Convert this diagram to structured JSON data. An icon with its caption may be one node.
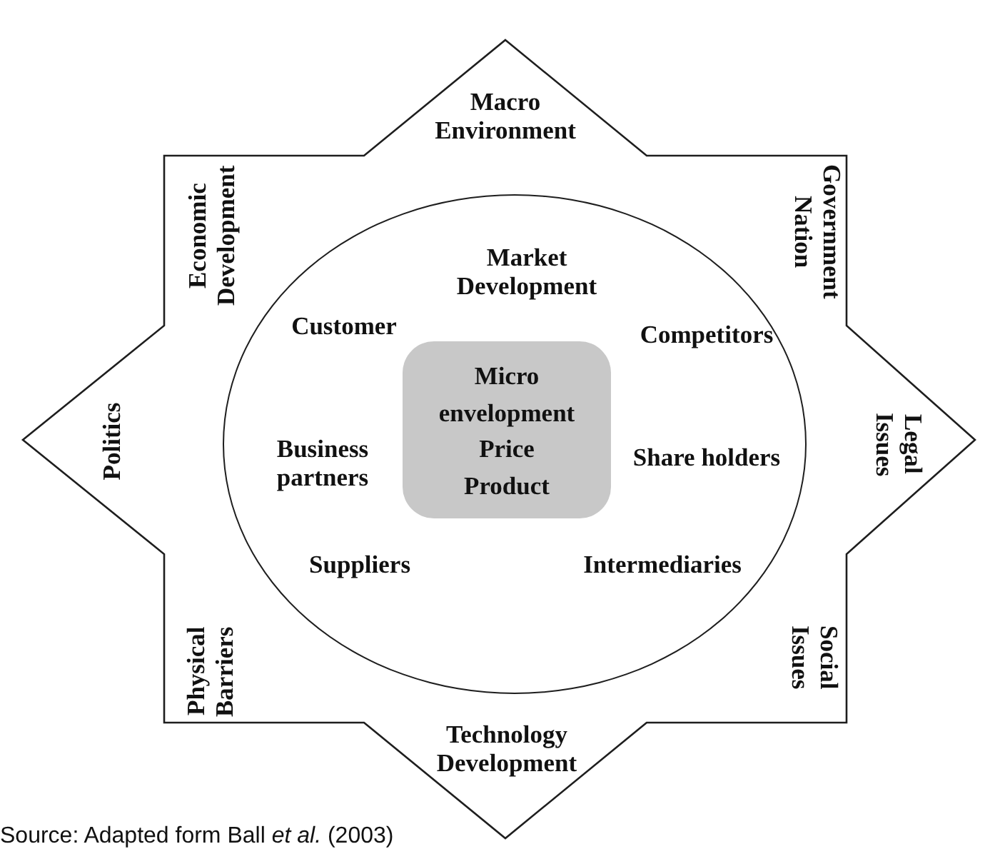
{
  "diagram": {
    "caption": "Source: Adapted form Ball *et al.* (2003)",
    "nodes": [
      {
        "text": [
          "Macro Environment",
          "Economic Development",
          "Government Nation",
          "Politics",
          "Legal Issues",
          "Physical Barriers",
          "Social Issues",
          "Technology Development"
        ]
      },
      {
        "text": [
          "Market Development",
          "Customer",
          "Competitors",
          "Business partners",
          "Share holders",
          "Suppliers",
          "Intermediaries"
        ],
        "in": 0
      },
      {
        "text": [
          "Micro envelopment",
          "Price",
          "Product"
        ],
        "in": 1
      }
    ]
  }
}
